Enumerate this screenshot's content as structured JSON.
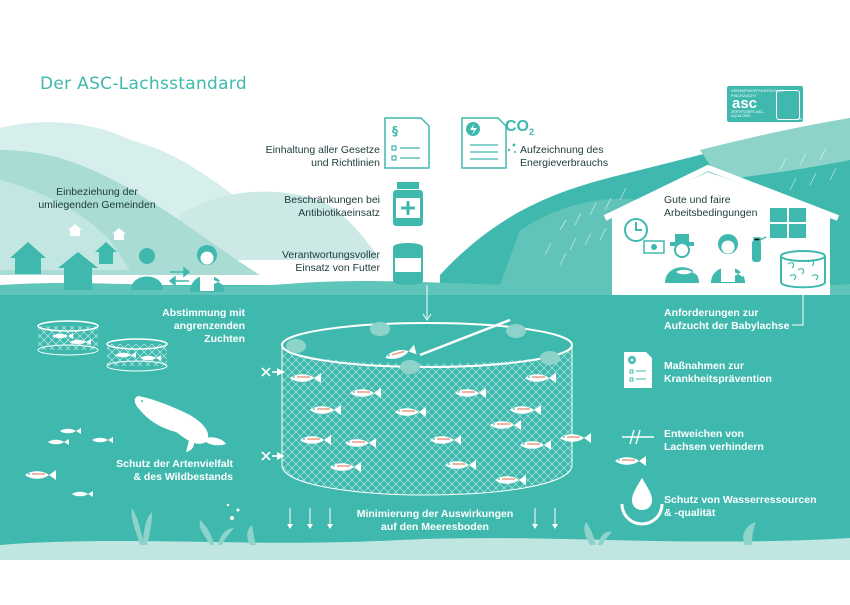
{
  "title": "Der ASC-Lachsstandard",
  "logo": {
    "top_text": "VERANTWORTUNGSVOLLE FISCHZUCHT",
    "brand": "asc",
    "bottom_text": "ZERTIFIZIERT ASC-AQUA.ORG",
    "tm": "TM"
  },
  "co2": {
    "main": "CO",
    "sub": "2"
  },
  "labels": {
    "gesetze": "Einhaltung aller Gesetze\nund Richtlinien",
    "energie": "Aufzeichnung des\nEnergieverbrauchs",
    "antibiotika": "Beschränkungen bei\nAntibiotikaeinsatz",
    "futter": "Verantwortungsvoller\nEinsatz von Futter",
    "gemeinden": "Einbeziehung der\numliegenden Gemeinden",
    "arbeit": "Gute und faire\nArbeitsbedingungen",
    "abstimmung": "Abstimmung mit\nangrenzenden\nZuchten",
    "babylachse": "Anforderungen zur\nAufzucht der Babylachse",
    "krankheit": "Maßnahmen zur\nKrankheitsprävention",
    "entweichen": "Entweichen von\nLachsen verhindern",
    "artenvielfalt": "Schutz der Artenvielfalt\n& des Wildbestands",
    "wasser": "Schutz von Wasserressourcen\n& -qualität",
    "meeresboden": "Minimierung der Auswirkungen\nauf den Meeresboden"
  },
  "colors": {
    "water": "#3fb9ae",
    "water_light": "#bfe6e1",
    "hills_light": "#d6efec",
    "hills_mid": "#a9dcd5",
    "dark_text": "#1d3a3a",
    "white": "#ffffff"
  },
  "icons": [
    "document-law-icon",
    "energy-document-icon",
    "medicine-bottle-icon",
    "feed-can-icon",
    "house-icon",
    "farmer-icon",
    "worker-icon",
    "clock-icon",
    "money-icon",
    "fire-extinguisher-icon",
    "window-icon",
    "fish-tank-icon",
    "checklist-icon",
    "blocked-path-icon",
    "water-drop-hands-icon",
    "seal-icon",
    "salmon-icon",
    "coral-icon"
  ]
}
